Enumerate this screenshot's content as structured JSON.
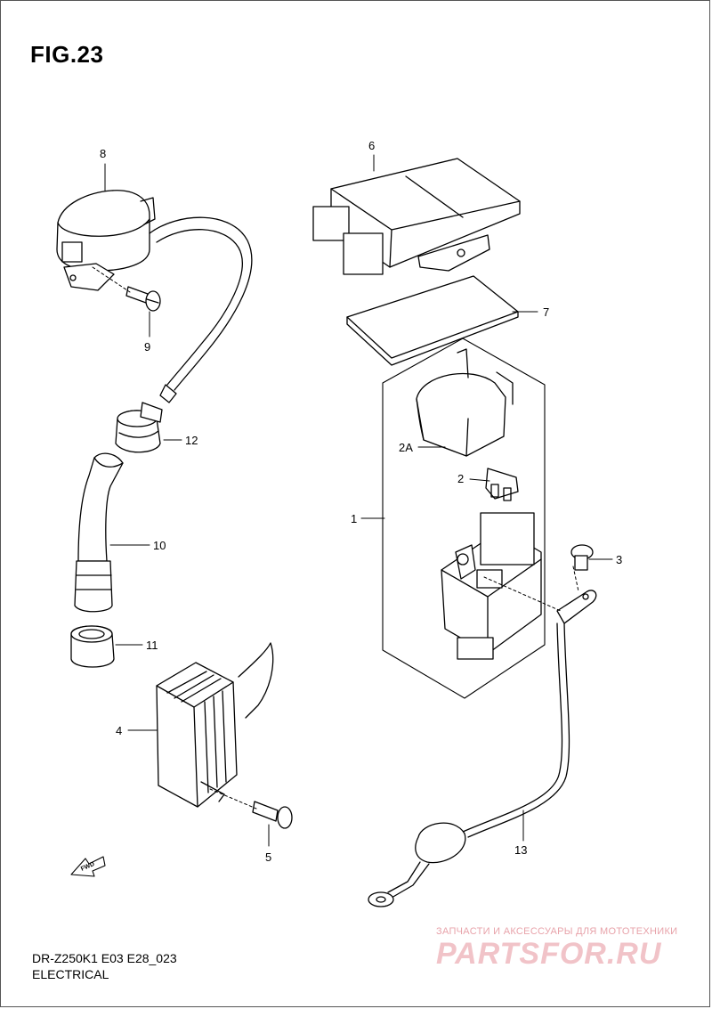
{
  "header": {
    "fig_title": "FIG.23"
  },
  "footer": {
    "model_code": "DR-Z250K1 E03 E28_023",
    "section": "ELECTRICAL"
  },
  "watermark": {
    "tagline": "ЗАПЧАСТИ И АКСЕССУАРЫ ДЛЯ МОТОТЕХНИКИ",
    "logo_text": "PARTSFOR.RU",
    "color": "#e8a3aa"
  },
  "fwd_marker": {
    "label": "FWD"
  },
  "callouts": {
    "c1": "1",
    "c2": "2",
    "c2a": "2A",
    "c3": "3",
    "c4": "4",
    "c5": "5",
    "c6": "6",
    "c7": "7",
    "c8": "8",
    "c9": "9",
    "c10": "10",
    "c11": "11",
    "c12": "12",
    "c13": "13"
  }
}
